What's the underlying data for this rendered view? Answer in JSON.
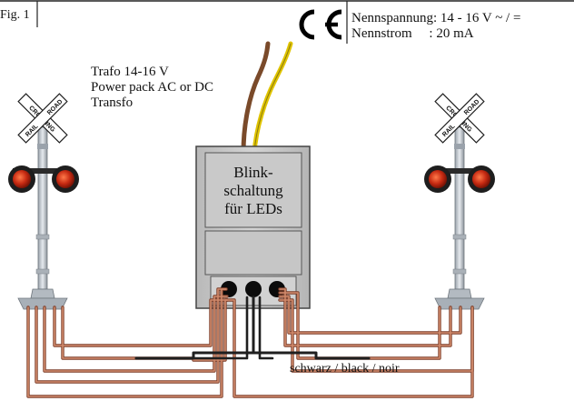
{
  "figure": {
    "label": "Fig. 1"
  },
  "power_supply": {
    "lines": [
      "Trafo 14-16 V",
      "Power pack AC or DC",
      "Transfo"
    ]
  },
  "specs": {
    "lines": [
      "Nennspannung: 14 - 16 V ~ / =",
      "Nennstrom     : 20 mA"
    ]
  },
  "module": {
    "lines": [
      "Blink-",
      "schaltung",
      "für LEDs"
    ]
  },
  "wire_label": "schwarz / black / noir",
  "crossing_sign": {
    "word_a": "RAIL",
    "word_b": "ROAD",
    "word_c": "CROSSING"
  },
  "colors": {
    "wire_copper": "#b9664a",
    "wire_black": "#222222",
    "wire_brown": "#7a4a2a",
    "wire_yellow": "#e0c400",
    "led_red": "#c62a12",
    "module_grey": "#c4c4c4"
  },
  "icons": [
    "ce-mark",
    "railroad-crossing-signal",
    "led-light",
    "terminal-connector"
  ]
}
